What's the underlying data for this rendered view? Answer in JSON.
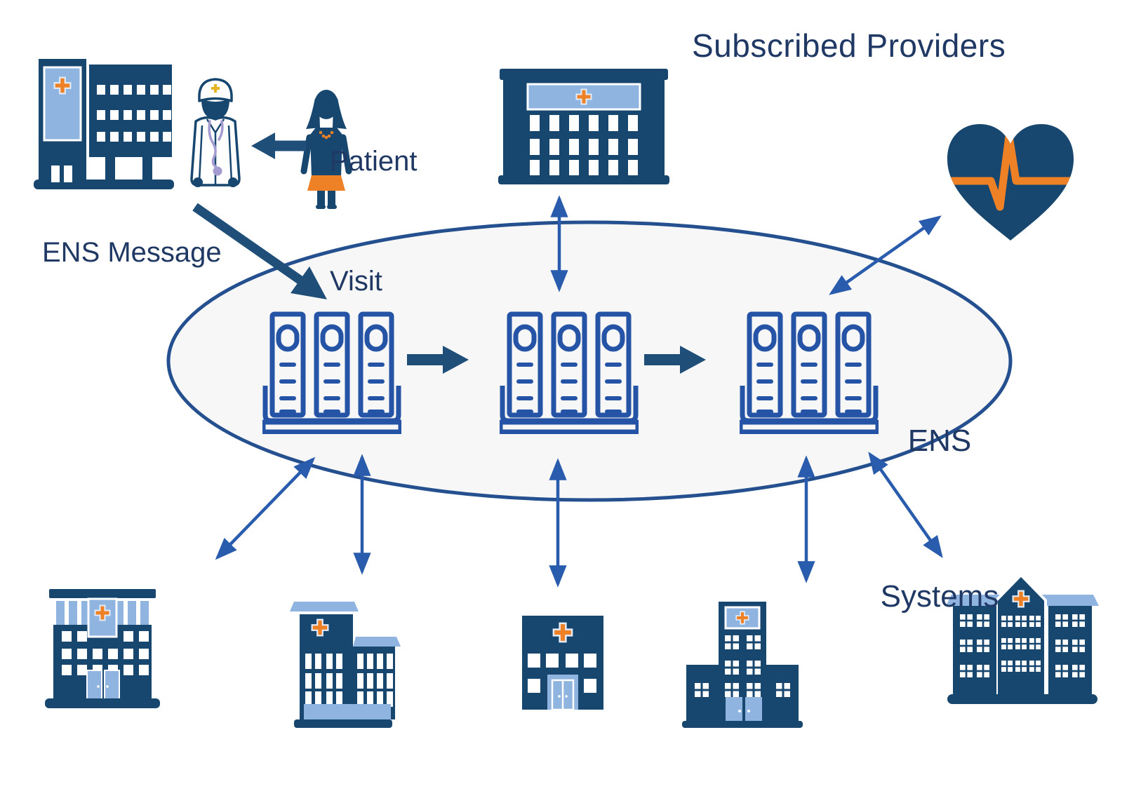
{
  "diagram": {
    "title": "Subscribed Providers",
    "ens_message_label": "ENS Message",
    "patient_visit_label": {
      "line1": "Patient",
      "line2": "Visit"
    },
    "ens_systems_label": {
      "line1": "ENS",
      "line2": "Systems"
    },
    "icons": {
      "top_left": "hospital-building-icon",
      "clinician": "doctor-icon",
      "visitor": "patient-icon",
      "patient_to_doctor": "left-arrow",
      "ens_message": "thick-diagonal-arrow",
      "hub": "server-rack-icon (x3) inside ellipse",
      "hub_flow": "right-arrow (x2)",
      "provider_top_center": "medical-office-building-icon",
      "provider_heart": "heart-pulse-icon",
      "providers_bottom": [
        "clinic-awning-building-icon",
        "l-shaped-hospital-building-icon",
        "small-clinic-building-icon",
        "tower-hospital-building-icon",
        "gabled-hospital-building-icon"
      ],
      "links": "double-headed-arrows between ellipse and providers"
    },
    "colors": {
      "navy": "#17466F",
      "text_navy": "#1F3864",
      "light_blue": "#8FB4DF",
      "orange": "#EE8125",
      "gold": "#E6B422",
      "lavender": "#A49BD0",
      "rack_blue": "#2553A5",
      "arrow_blue": "#2A5CAD",
      "thick_arrow_blue": "#1F4E79",
      "ellipse_fill": "#F7F7F7",
      "ellipse_stroke": "#25508F"
    }
  }
}
